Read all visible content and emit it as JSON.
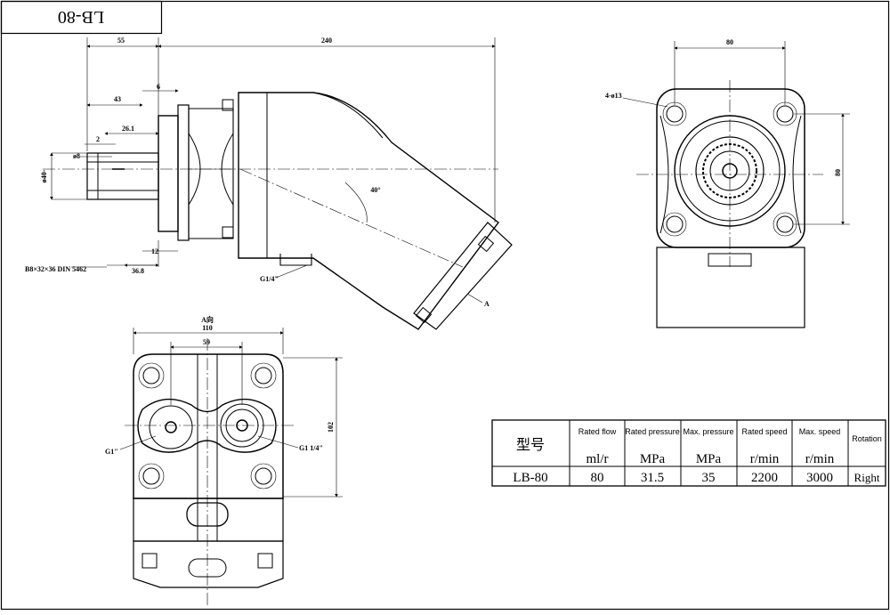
{
  "title": "LB-80",
  "dimensions": {
    "d55": "55",
    "d240": "240",
    "d6": "6",
    "d43": "43",
    "d26": "26.1",
    "d2": "2",
    "d8": "ø8",
    "d40shaft": "ø40-",
    "d12": "12",
    "spline": "B8×32×36  DIN 5462",
    "d36": "36.8",
    "angle": "40°",
    "g14a": "G1/4\"",
    "markA": "A",
    "holes": "4-ø13",
    "d80top": "80",
    "d80side": "80",
    "aview": "A向",
    "d110": "110",
    "d59": "59",
    "d102": "102",
    "g1": "G1\"",
    "g114": "G1 1/4\""
  },
  "spec_table": {
    "model_header": "型号",
    "headers": [
      "Rated flow",
      "Rated pressure",
      "Max. pressure",
      "Rated speed",
      "Max. speed",
      "Rotation"
    ],
    "units": [
      "ml/r",
      "MPa",
      "MPa",
      "r/min",
      "r/min"
    ],
    "row": {
      "model": "LB-80",
      "values": [
        "80",
        "31.5",
        "35",
        "2200",
        "3000",
        "Right"
      ]
    }
  }
}
